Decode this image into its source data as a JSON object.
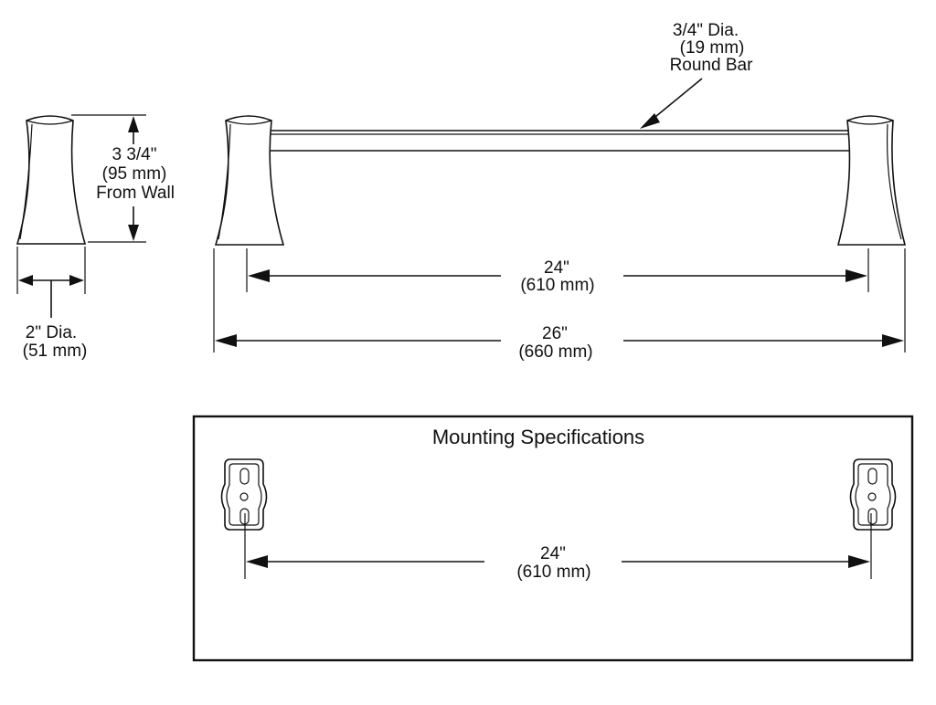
{
  "round_bar": {
    "line1": "3/4\" Dia.",
    "line2": "(19 mm)",
    "line3": "Round Bar"
  },
  "projection": {
    "line1": "3 3/4\"",
    "line2": "(95 mm)",
    "line3": "From Wall"
  },
  "post_diameter": {
    "line1": "2\" Dia.",
    "line2": "(51 mm)"
  },
  "bar_center": {
    "line1": "24\"",
    "line2": "(610 mm)"
  },
  "overall_length": {
    "line1": "26\"",
    "line2": "(660 mm)"
  },
  "mounting": {
    "title": "Mounting Specifications",
    "line1": "24\"",
    "line2": "(610 mm)"
  }
}
